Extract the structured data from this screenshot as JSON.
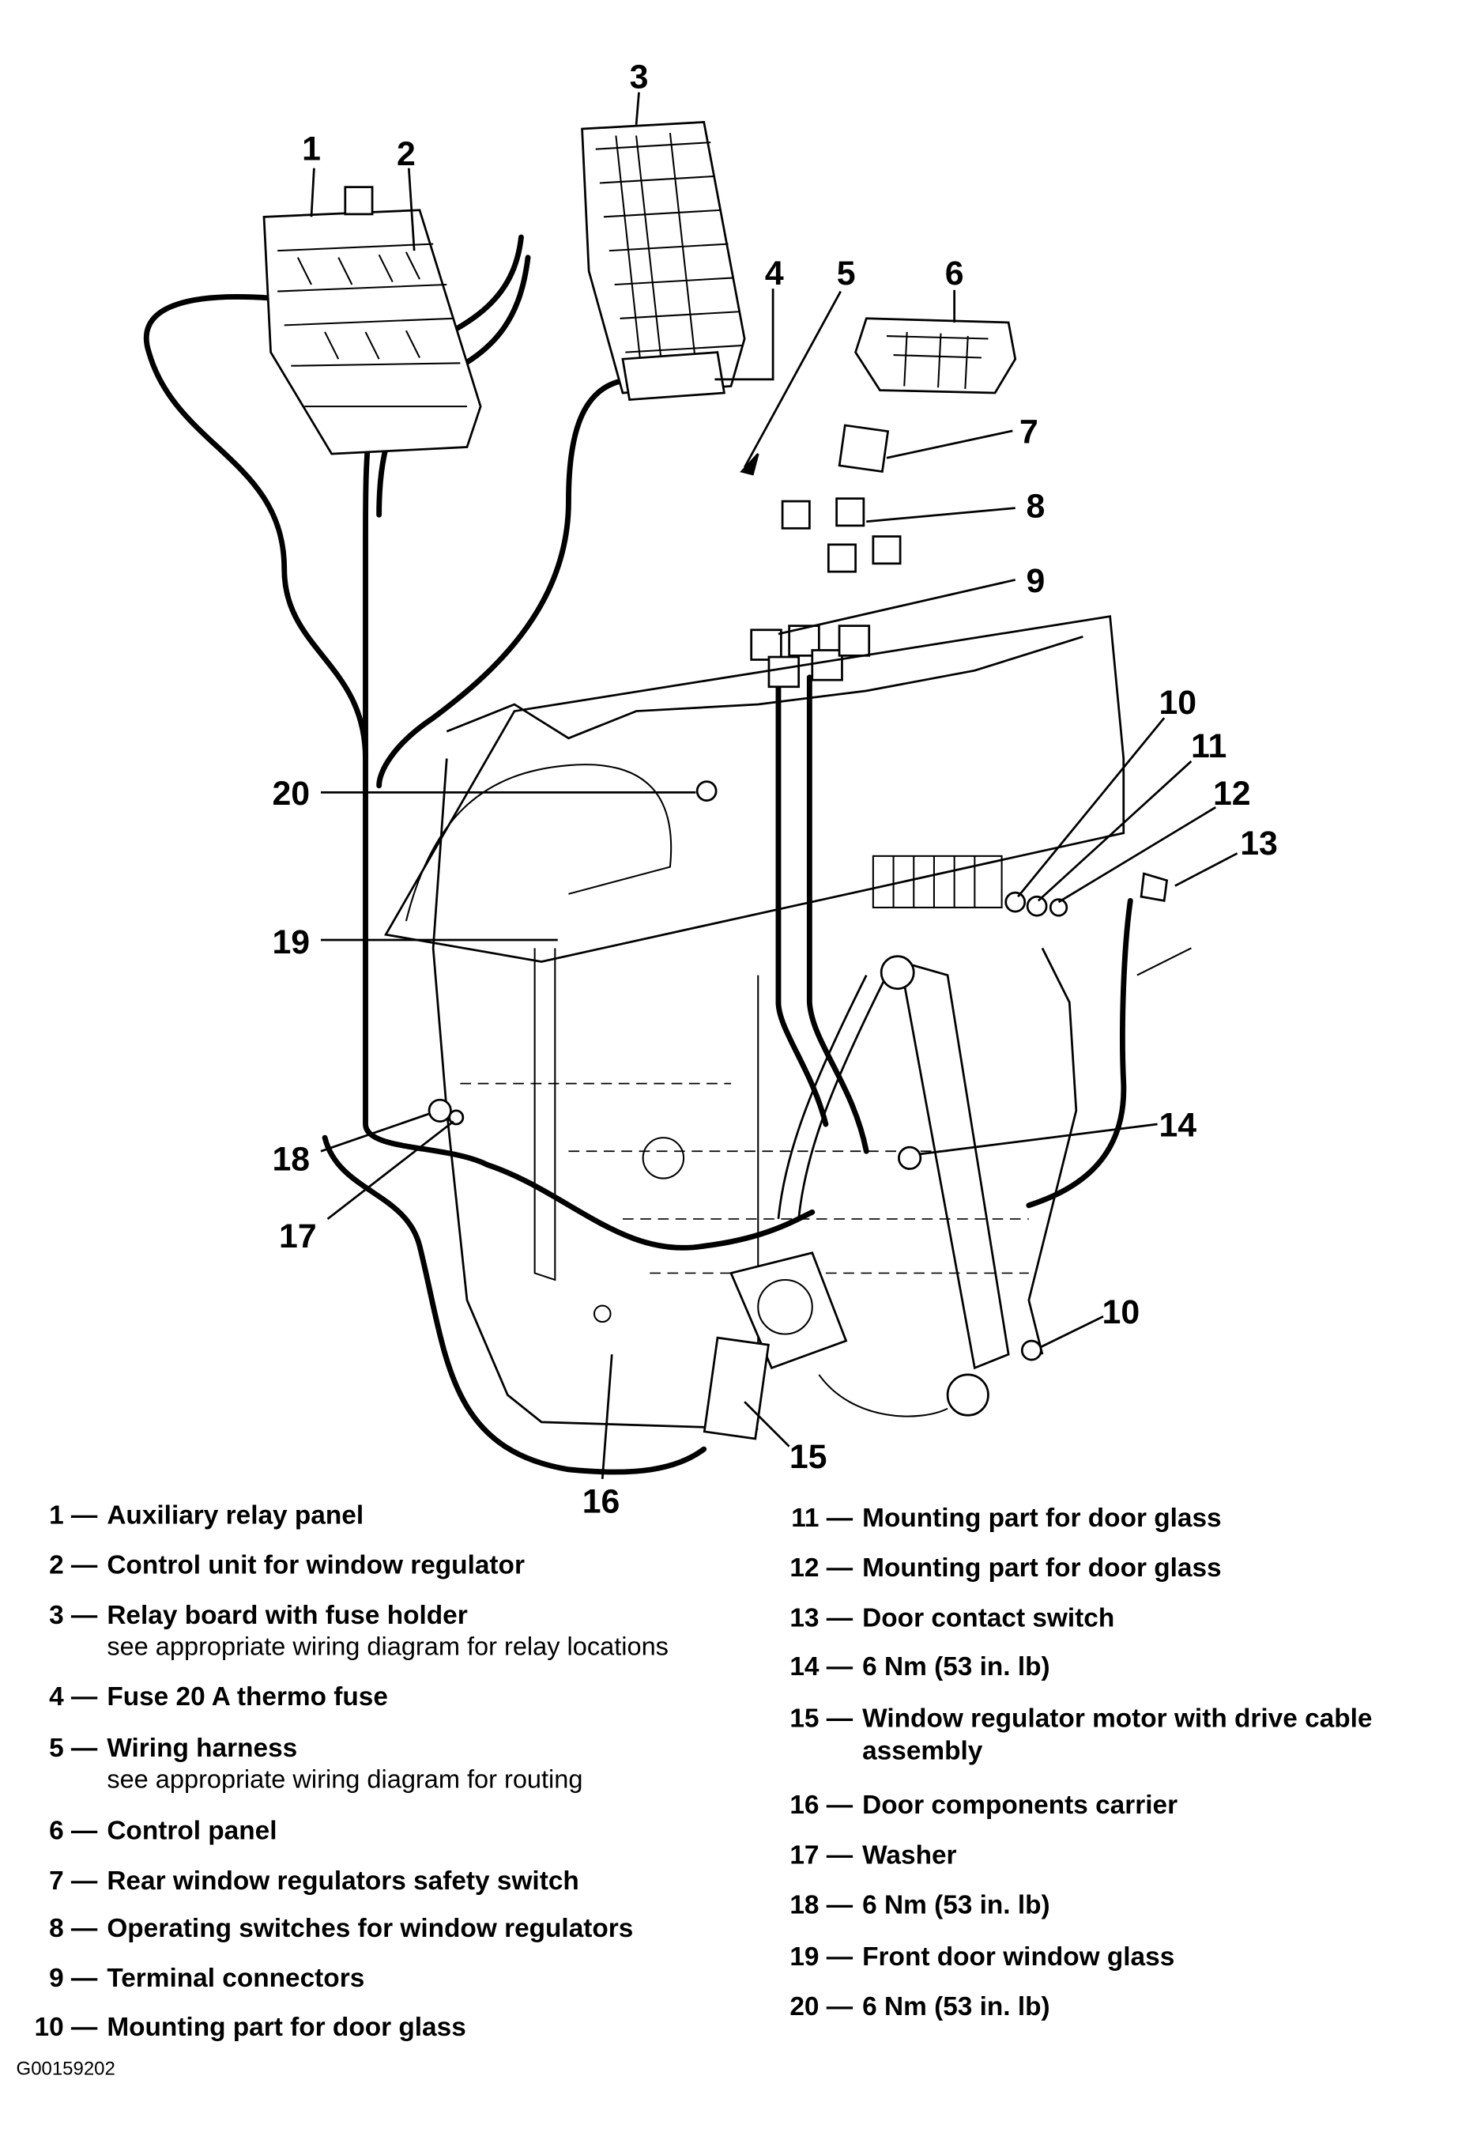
{
  "callouts": {
    "c1": "1",
    "c2": "2",
    "c3": "3",
    "c4": "4",
    "c5": "5",
    "c6": "6",
    "c7": "7",
    "c8": "8",
    "c9": "9",
    "c10": "10",
    "c11": "11",
    "c12": "12",
    "c13": "13",
    "c14": "14",
    "c15": "15",
    "c16": "16",
    "c17": "17",
    "c18": "18",
    "c19": "19",
    "c20": "20",
    "c10b": "10"
  },
  "legend": {
    "left": [
      {
        "num": "1 —",
        "text": "Auxiliary relay panel"
      },
      {
        "num": "2 —",
        "text": "Control unit for window regulator"
      },
      {
        "num": "3 —",
        "text": "Relay board with fuse holder",
        "note": "see appropriate wiring diagram for relay locations"
      },
      {
        "num": "4 —",
        "text": "Fuse 20 A thermo fuse"
      },
      {
        "num": "5 —",
        "text": "Wiring harness",
        "note": "see appropriate wiring diagram for routing"
      },
      {
        "num": "6 —",
        "text": "Control panel"
      },
      {
        "num": "7 —",
        "text": "Rear window regulators safety switch"
      },
      {
        "num": "8 —",
        "text": "Operating switches for window regulators"
      },
      {
        "num": "9 —",
        "text": "Terminal connectors"
      },
      {
        "num": "10 —",
        "text": "Mounting part for door glass"
      }
    ],
    "right": [
      {
        "num": "11 —",
        "text": "Mounting part for door glass"
      },
      {
        "num": "12 —",
        "text": "Mounting part for door glass"
      },
      {
        "num": "13 —",
        "text": "Door contact switch"
      },
      {
        "num": "14 —",
        "text": "6 Nm (53 in. lb)"
      },
      {
        "num": "15 —",
        "text": "Window regulator motor with drive cable",
        "text2": "assembly"
      },
      {
        "num": "16 —",
        "text": "Door components carrier"
      },
      {
        "num": "17 —",
        "text": "Washer"
      },
      {
        "num": "18 —",
        "text": "6 Nm (53 in. lb)"
      },
      {
        "num": "19 —",
        "text": "Front door window glass"
      },
      {
        "num": "20 —",
        "text": "6 Nm (53 in. lb)"
      }
    ]
  },
  "figure_code": "G00159202"
}
